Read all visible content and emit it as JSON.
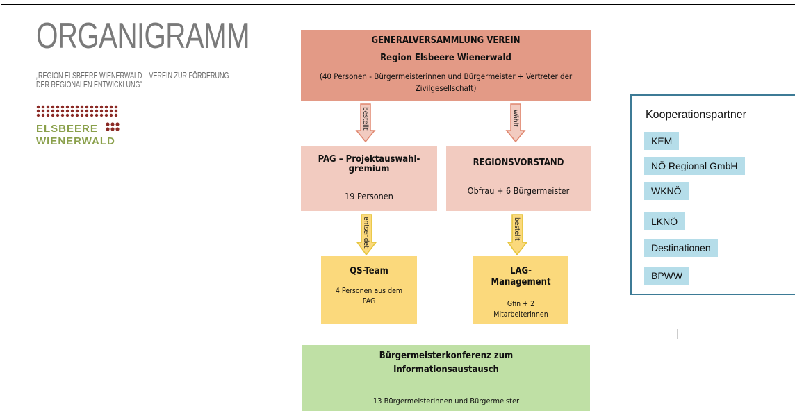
{
  "title": "ORGANIGRAMM",
  "subtitle": "„REGION ELSBEERE WIENERWALD – VEREIN ZUR FÖRDERUNG DER REGIONALEN ENTWICKLUNG“",
  "logo": {
    "line1": "ELSBEERE",
    "line2": "WIENERWALD"
  },
  "colors": {
    "top": "#e39a86",
    "middle": "#f2cbc0",
    "yellow": "#fbd97c",
    "green": "#bfe0a5",
    "chip": "#b5dde9",
    "partner_border": "#3d7b96"
  },
  "generalversammlung": {
    "title": "GENERALVERSAMMLUNG VEREIN",
    "subtitle": "Region Elsbeere Wienerwald",
    "detail": "(40 Personen - Bürgermeisterinnen und Bürgermeister + Vertreter der Zivilgesellschaft)"
  },
  "arrows": {
    "bestellt1": "bestellt",
    "waehlt": "wählt",
    "entsendet": "entsendet",
    "bestellt2": "bestellt"
  },
  "pag": {
    "title": "PAG – Projektauswahl-gremium",
    "count": "19 Personen"
  },
  "regionsvorstand": {
    "title": "REGIONSVORSTAND",
    "detail": "Obfrau + 6 Bürgermeister"
  },
  "qs_team": {
    "title": "QS-Team",
    "detail": "4 Personen aus dem PAG"
  },
  "lag": {
    "title": "LAG-Management",
    "detail": "Gfin + 2 Mitarbeiterinnen"
  },
  "buergermeisterkonferenz": {
    "title": "Bürgermeisterkonferenz zum Informationsaustausch",
    "detail": "13 Bürgermeisterinnen und Bürgermeister"
  },
  "kooperationspartner": {
    "title": "Kooperationspartner",
    "items": [
      "KEM",
      "NÖ Regional GmbH",
      "WKNÖ",
      "LKNÖ",
      "Destinationen",
      "BPWW"
    ]
  }
}
